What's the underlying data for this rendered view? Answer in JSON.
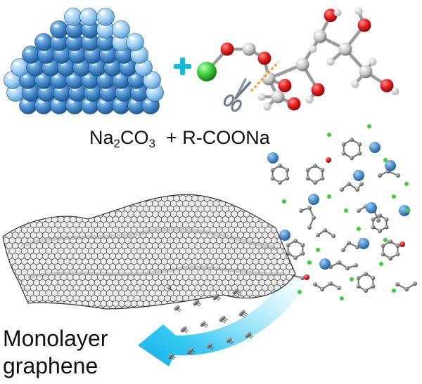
{
  "reaction": {
    "plus_sign": "+",
    "reactant_1": {
      "prefix": "Na",
      "sub_1": "2",
      "middle": "CO",
      "sub_2": "3"
    },
    "joiner": "+",
    "reactant_2": "R-COONa"
  },
  "product": {
    "line_1": "Monolayer",
    "line_2": "graphene"
  },
  "colors": {
    "crystal_blue": "#3d7fc0",
    "plus_cyan": "#18b8d8",
    "oxygen_red": "#e01e1e",
    "sodium_green": "#3ccc3c",
    "carbon_gray": "#c8c8c8",
    "cut_line_orange": "#f0a020",
    "arrow_cyan": "#20c4f0"
  },
  "icons": [
    "crystal-cluster-icon",
    "molecule-model-icon",
    "scissors-icon",
    "molecular-fragments-icon",
    "graphene-sheet-icon",
    "curved-arrow-icon"
  ]
}
